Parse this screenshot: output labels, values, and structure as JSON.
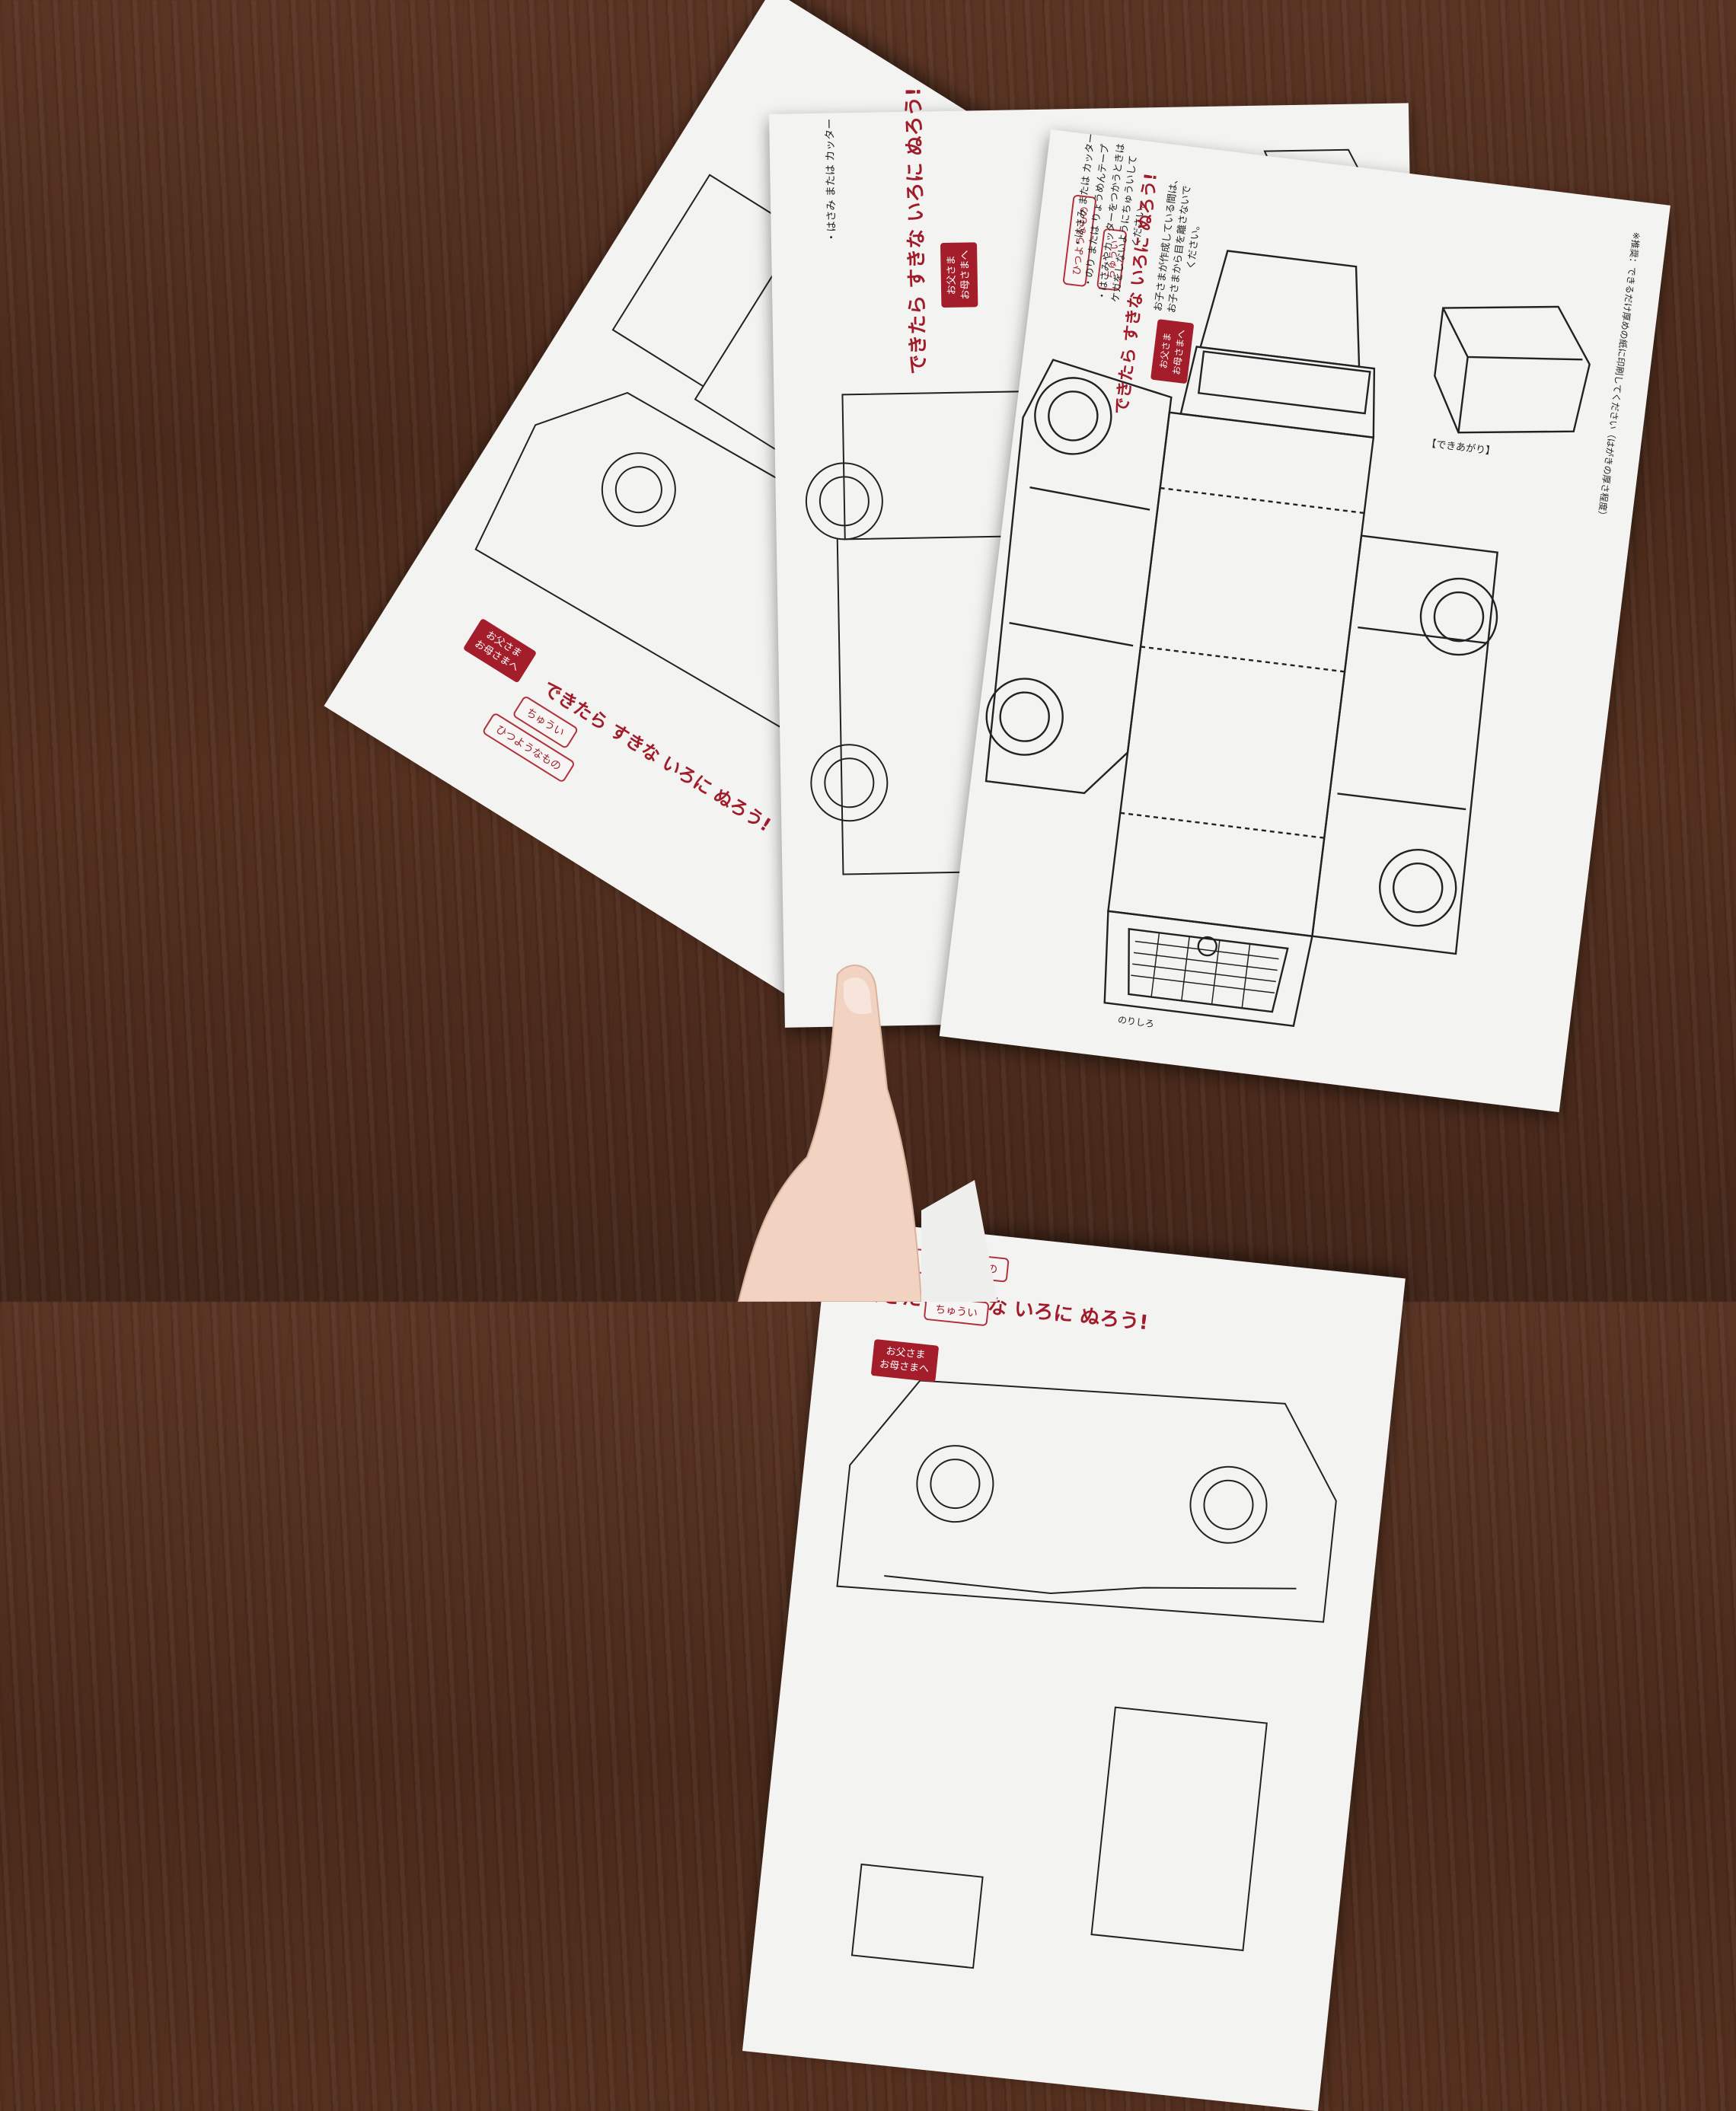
{
  "sheet_text": {
    "materials_label": "ひつようなもの",
    "caution_label": "ちゅうい",
    "materials_line1": "・はさみ または カッター",
    "materials_line2": "・のり または りょうめんテープ",
    "caution_line1": "・はさみやカッターをつかうときは",
    "caution_line2": "ケガをしないようにちゅういして",
    "caution_line3": "ください。",
    "headline": "できたら すきな いろに ぬろう!",
    "parent_badge_line1": "お父さま",
    "parent_badge_line2": "お母さまへ",
    "parent_note_line1": "お子さまが作成している間は、",
    "parent_note_line2": "お子さまから目を離さないで",
    "parent_note_line3": "ください。",
    "completed_label": "【できあがり】",
    "print_note": "※推奨：できるだけ厚めの紙に印刷してください（はがきの厚さ程度）",
    "glue_tab": "のりしろ"
  },
  "colors": {
    "wood": "#4f2e1f",
    "paper": "#f3f3f1",
    "accent_red": "#a31d2b",
    "ink": "#222222"
  }
}
